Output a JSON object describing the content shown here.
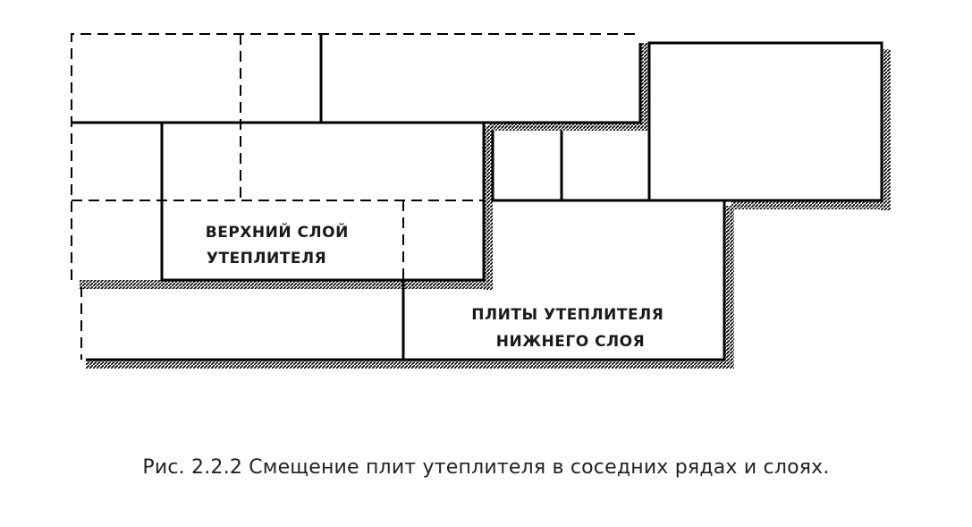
{
  "diagram": {
    "upper_layer_label": [
      "ВЕРХНИЙ СЛОЙ",
      "УТЕПЛИТЕЛЯ"
    ],
    "lower_layer_label": [
      "ПЛИТЫ УТЕПЛИТЕЛЯ",
      "НИЖНЕГО СЛОЯ"
    ]
  },
  "caption": "Рис. 2.2.2 Смещение плит утеплителя в соседних рядах и слоях."
}
